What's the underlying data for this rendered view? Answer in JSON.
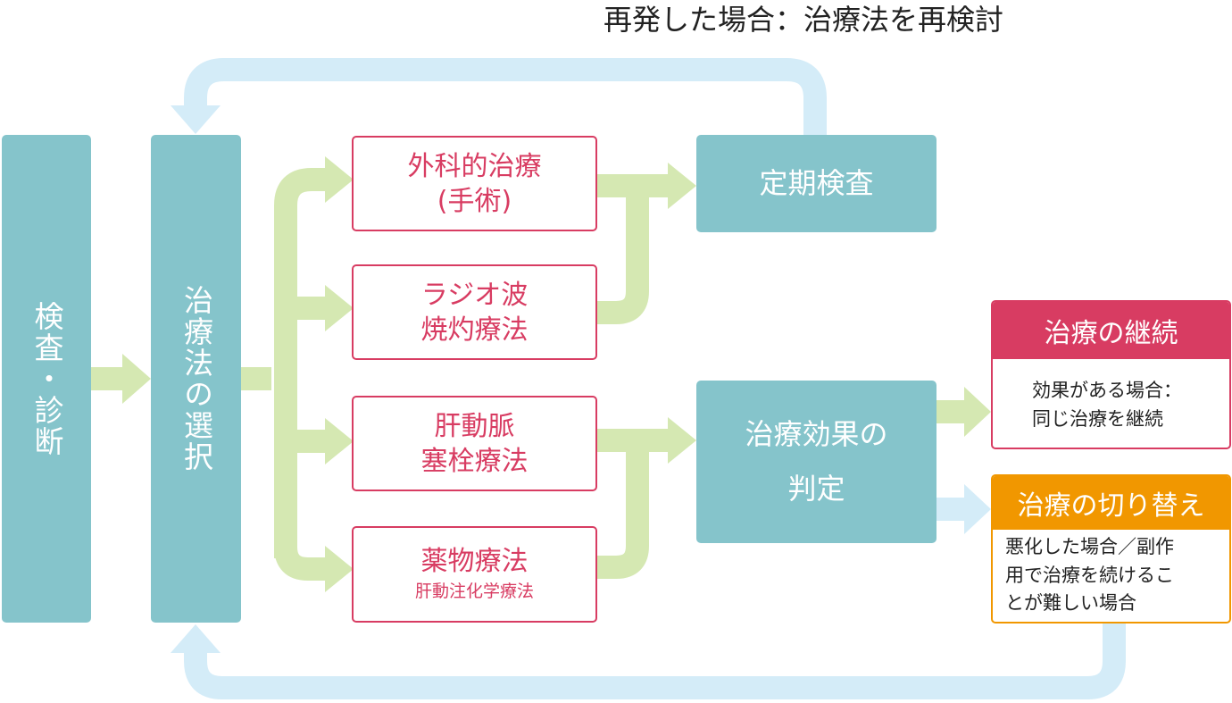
{
  "header": {
    "title": "再発した場合：治療法を再検討"
  },
  "col_exam": {
    "label": "検査・診断"
  },
  "col_select": {
    "label": "治療法の選択"
  },
  "treatments": {
    "surgery": {
      "line1": "外科的治療",
      "line2": "(手術)"
    },
    "rfa": {
      "line1": "ラジオ波",
      "line2": "焼灼療法"
    },
    "tace": {
      "line1": "肝動脈",
      "line2": "塞栓療法"
    },
    "drug": {
      "line1": "薬物療法",
      "sub": "肝動注化学療法"
    }
  },
  "checkup": {
    "label": "定期検査"
  },
  "judge": {
    "line1": "治療効果の",
    "line2": "判定"
  },
  "continue": {
    "title": "治療の継続",
    "line1": "効果がある場合：",
    "line2": "同じ治療を継続"
  },
  "switch": {
    "title": "治療の切り替え",
    "line1": "悪化した場合／副作",
    "line2": "用で治療を続けるこ",
    "line3": "とが難しい場合"
  },
  "colors": {
    "teal": "#85c4cb",
    "green": "#d5e8b2",
    "blue": "#d4ecf8",
    "red": "#d83c62",
    "orange": "#f19700"
  }
}
